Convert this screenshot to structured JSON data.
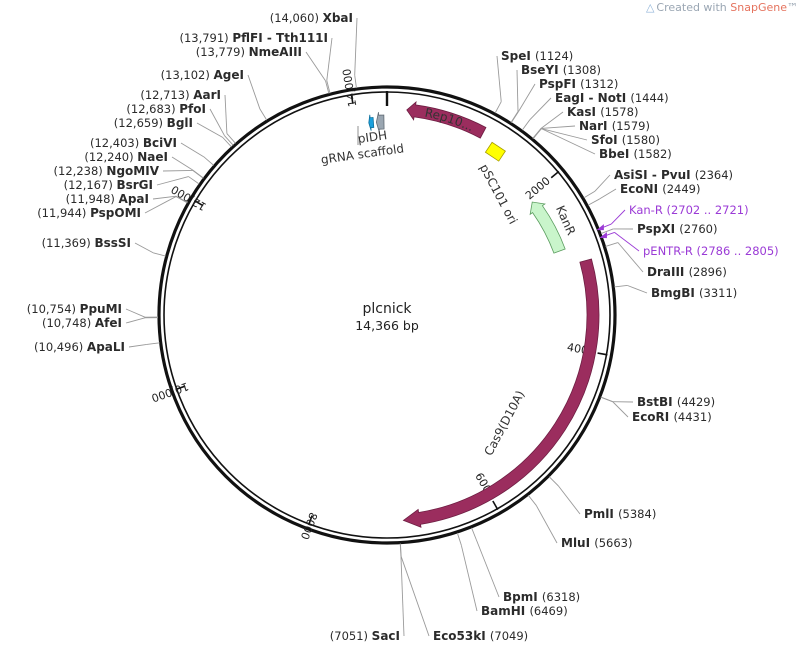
{
  "watermark": {
    "prefix": "Created with",
    "brand": "SnapGene",
    "tm": "™"
  },
  "plasmid": {
    "name": "plcnick",
    "length_label": "14,366 bp",
    "length": 14366
  },
  "ticks": [
    {
      "bp": 2000,
      "label": "2000"
    },
    {
      "bp": 4000,
      "label": "4000"
    },
    {
      "bp": 6000,
      "label": "6000"
    },
    {
      "bp": 8000,
      "label": "8000"
    },
    {
      "bp": 10000,
      "label": "10,000"
    },
    {
      "bp": 12000,
      "label": "12,000"
    },
    {
      "bp": 14000,
      "label": "14,000"
    }
  ],
  "enzymes_right": [
    {
      "name": "SpeI",
      "pos": "(1124)",
      "bp": 1124
    },
    {
      "name": "BseYI",
      "pos": "(1308)",
      "bp": 1308
    },
    {
      "name": "PspFI",
      "pos": "(1312)",
      "bp": 1312
    },
    {
      "name": "EagI - NotI",
      "pos": "(1444)",
      "bp": 1444
    },
    {
      "name": "KasI",
      "pos": "(1578)",
      "bp": 1578
    },
    {
      "name": "NarI",
      "pos": "(1579)",
      "bp": 1579
    },
    {
      "name": "SfoI",
      "pos": "(1580)",
      "bp": 1580
    },
    {
      "name": "BbeI",
      "pos": "(1582)",
      "bp": 1582
    },
    {
      "name": "AsiSI - PvuI",
      "pos": "(2364)",
      "bp": 2364
    },
    {
      "name": "EcoNI",
      "pos": "(2449)",
      "bp": 2449
    },
    {
      "name": "PspXI",
      "pos": "(2760)",
      "bp": 2760
    },
    {
      "name": "DraIII",
      "pos": "(2896)",
      "bp": 2896
    },
    {
      "name": "BmgBI",
      "pos": "(3311)",
      "bp": 3311
    },
    {
      "name": "BstBI",
      "pos": "(4429)",
      "bp": 4429
    },
    {
      "name": "EcoRI",
      "pos": "(4431)",
      "bp": 4431
    },
    {
      "name": "PmlI",
      "pos": "(5384)",
      "bp": 5384
    },
    {
      "name": "MluI",
      "pos": "(5663)",
      "bp": 5663
    },
    {
      "name": "BpmI",
      "pos": "(6318)",
      "bp": 6318
    },
    {
      "name": "BamHI",
      "pos": "(6469)",
      "bp": 6469
    },
    {
      "name": "Eco53kI",
      "pos": "(7049)",
      "bp": 7049
    }
  ],
  "enzymes_left": [
    {
      "name": "SacI",
      "pos": "(7051)",
      "bp": 7051
    },
    {
      "name": "ApaLI",
      "pos": "(10,496)",
      "bp": 10496
    },
    {
      "name": "AfeI",
      "pos": "(10,748)",
      "bp": 10748
    },
    {
      "name": "PpuMI",
      "pos": "(10,754)",
      "bp": 10754
    },
    {
      "name": "BssSI",
      "pos": "(11,369)",
      "bp": 11369
    },
    {
      "name": "PspOMI",
      "pos": "(11,944)",
      "bp": 11944
    },
    {
      "name": "ApaI",
      "pos": "(11,948)",
      "bp": 11948
    },
    {
      "name": "BsrGI",
      "pos": "(12,167)",
      "bp": 12167
    },
    {
      "name": "NgoMIV",
      "pos": "(12,238)",
      "bp": 12238
    },
    {
      "name": "NaeI",
      "pos": "(12,240)",
      "bp": 12240
    },
    {
      "name": "BciVI",
      "pos": "(12,403)",
      "bp": 12403
    },
    {
      "name": "BglI",
      "pos": "(12,659)",
      "bp": 12659
    },
    {
      "name": "PfoI",
      "pos": "(12,683)",
      "bp": 12683
    },
    {
      "name": "AarI",
      "pos": "(12,713)",
      "bp": 12713
    },
    {
      "name": "AgeI",
      "pos": "(13,102)",
      "bp": 13102
    },
    {
      "name": "NmeAIII",
      "pos": "(13,779)",
      "bp": 13779
    },
    {
      "name": "PflFI - Tth111I",
      "pos": "(13,791)",
      "bp": 13791
    },
    {
      "name": "XbaI",
      "pos": "(14,060)",
      "bp": 14060
    }
  ],
  "primers": [
    {
      "name": "Kan-R",
      "pos": "(2702 .. 2721)",
      "bp": 2711
    },
    {
      "name": "pENTR-R",
      "pos": "(2786 .. 2805)",
      "bp": 2795
    }
  ],
  "features": {
    "rep": {
      "label": "Rep10...",
      "start": 220,
      "end": 1110,
      "color": "#9b2d5e"
    },
    "psc101": {
      "label": "pSC101 ori",
      "start": 1230,
      "end": 1450,
      "color": "#ffff00"
    },
    "kanr": {
      "label": "KanR",
      "start": 2080,
      "end": 2780,
      "color": "#c9f5cb"
    },
    "cas9": {
      "label": "Cas9(D10A)",
      "start": 2980,
      "end": 7000,
      "color": "#9b2d5e"
    },
    "pldh": {
      "label": "pIDH",
      "start": 14240,
      "end": 14330,
      "color": "#9aa6b1"
    },
    "grna": {
      "label": "gRNA scaffold",
      "start": 14150,
      "end": 14205,
      "color": "#1aa0dd"
    }
  },
  "colors": {
    "enzyme_line": "#9a9a9a",
    "primer": "#9b3bd6",
    "ring": "#111111"
  }
}
